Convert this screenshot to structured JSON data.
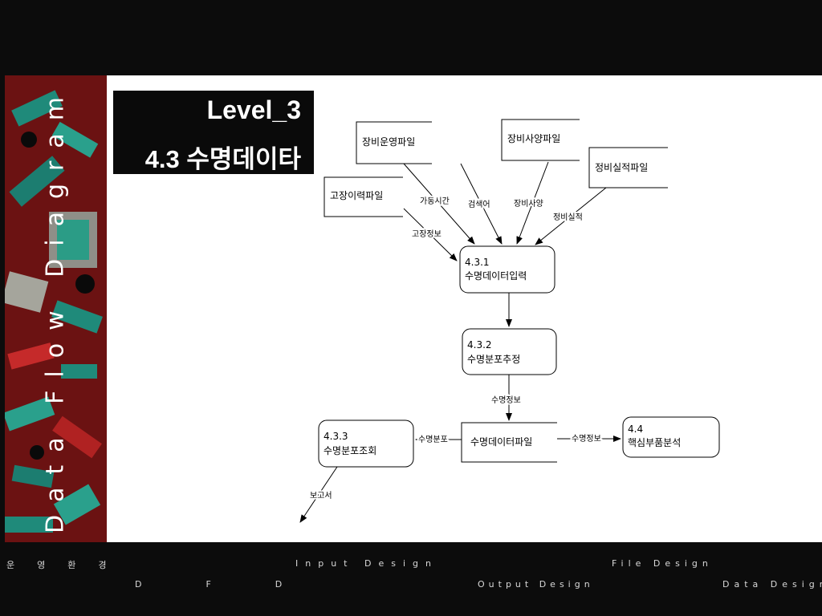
{
  "slide": {
    "level": "Level_3",
    "subtitle": "4.3 수명데이타",
    "side_title": "Data Flow Diagram"
  },
  "diagram": {
    "stores": {
      "equipment_operation_file": "장비운영파일",
      "equipment_spec_file": "장비사양파일",
      "maintenance_record_file": "정비실적파일",
      "failure_history_file": "고장이력파일",
      "life_data_file": "수명데이터파일"
    },
    "processes": {
      "p431": {
        "id": "4.3.1",
        "name": "수명데이터입력"
      },
      "p432": {
        "id": "4.3.2",
        "name": "수명분포추정"
      },
      "p433": {
        "id": "4.3.3",
        "name": "수명분포조회"
      },
      "p44": {
        "id": "4.4",
        "name": "핵심부품분석"
      }
    },
    "flows": {
      "operating_time": "가동시간",
      "search_term": "검색어",
      "equipment_spec": "장비사양",
      "maintenance_record": "정비실적",
      "failure_info": "고장정보",
      "life_info_1": "수명정보",
      "life_dist": "수명분포",
      "life_info_2": "수명정보",
      "report": "보고서"
    }
  },
  "nav": {
    "operating_env": "운영환경",
    "dfd": "DFD",
    "input_design": "Input Design",
    "file_design": "File Design",
    "output_design": "Output Design",
    "data_design": "Data Design"
  }
}
